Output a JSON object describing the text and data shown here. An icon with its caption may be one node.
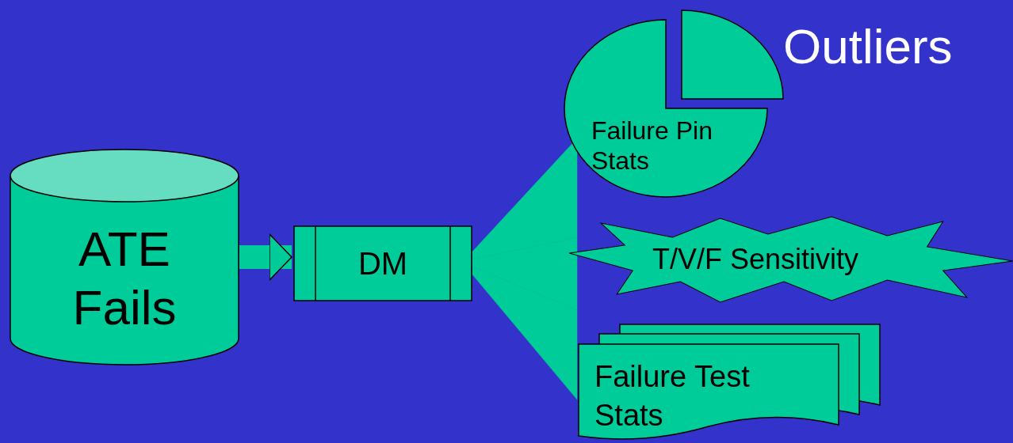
{
  "diagram": {
    "nodes": [
      {
        "text": [
          "ATE Fails"
        ]
      },
      {
        "text": [
          "DM"
        ]
      },
      {
        "text": [
          "Failure Pin Stats"
        ]
      },
      {
        "text": [
          "T/V/F Sensitivity"
        ]
      },
      {
        "text": [
          "Failure Test Stats"
        ]
      }
    ],
    "edges": [
      {
        "from": 0,
        "to": 1,
        "arrow": "to"
      },
      {
        "from": 1,
        "to": 2,
        "arrow": "none"
      },
      {
        "from": 1,
        "to": 3,
        "arrow": "none"
      },
      {
        "from": 1,
        "to": 4,
        "arrow": "none"
      }
    ],
    "labels": [
      "Outliers"
    ]
  }
}
